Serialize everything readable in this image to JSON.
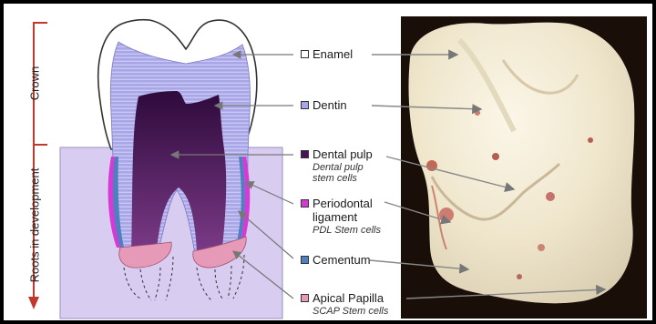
{
  "axis": {
    "crown": "Crown",
    "roots": "Roots in development"
  },
  "labels": {
    "enamel": "Enamel",
    "dentin": "Dentin",
    "pulp": "Dental pulp",
    "pulp_sub1": "Dental pulp",
    "pulp_sub2": "stem cells",
    "pdl1": "Periodontal",
    "pdl2": "ligament",
    "pdl_sub": "PDL Stem cells",
    "cementum": "Cementum",
    "papilla": "Apical Papilla",
    "papilla_sub": "SCAP Stem cells"
  },
  "colors": {
    "enamel": "#ffffff",
    "dentin": "#a9a6e8",
    "pulp": "#4a1258",
    "pdl": "#d63ad6",
    "cementum": "#4f7fbf",
    "papilla": "#e79ab8",
    "root_zone": "#d8ccf0",
    "axis": "#c0392b"
  },
  "photo": {
    "description_icon": "extracted-tooth-photo"
  }
}
